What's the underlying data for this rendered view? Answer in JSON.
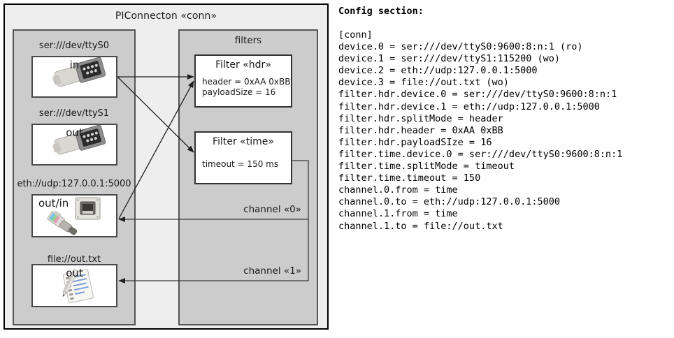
{
  "diagram": {
    "title": "PIConnecton «conn»",
    "devices_panel": {
      "devices": [
        {
          "label": "ser:///dev/ttyS0",
          "io": "in",
          "icon": "serial-db9-icon"
        },
        {
          "label": "ser:///dev/ttyS1",
          "io": "out",
          "icon": "serial-db9-icon"
        },
        {
          "label": "eth://udp:127.0.0.1:5000",
          "io": "out/in",
          "icon": "ethernet-rj45-icon"
        },
        {
          "label": "file://out.txt",
          "io": "out",
          "icon": "text-file-pencil-icon"
        }
      ]
    },
    "filters_panel": {
      "title": "filters",
      "filters": [
        {
          "title": "Filter «hdr»",
          "props": [
            "header = 0xAA 0xBB",
            "payloadSize = 16"
          ]
        },
        {
          "title": "Filter «time»",
          "props": [
            "timeout = 150 ms"
          ]
        }
      ],
      "channels": [
        {
          "label": "channel «0»"
        },
        {
          "label": "channel «1»"
        }
      ]
    }
  },
  "config": {
    "heading": "Config section:",
    "lines": "[conn]\ndevice.0 = ser:///dev/ttyS0:9600:8:n:1 (ro)\ndevice.1 = ser:///dev/ttyS1:115200 (wo)\ndevice.2 = eth://udp:127.0.0.1:5000\ndevice.3 = file://out.txt (wo)\nfilter.hdr.device.0 = ser:///dev/ttyS0:9600:8:n:1\nfilter.hdr.device.1 = eth://udp:127.0.0.1:5000\nfilter.hdr.splitMode = header\nfilter.hdr.header = 0xAA 0xBB\nfilter.hdr.payloadSIze = 16\nfilter.time.device.0 = ser:///dev/ttyS0:9600:8:n:1\nfilter.time.splitMode = timeout\nfilter.time.timeout = 150\nchannel.0.from = time\nchannel.0.to = eth://udp:127.0.0.1:5000\nchannel.1.from = time\nchannel.1.to = file://out.txt"
  },
  "colors": {
    "outer_bg": "#eeeeee",
    "panel_bg": "#cccccc",
    "box_bg": "#ffffff",
    "line": "#333333"
  }
}
